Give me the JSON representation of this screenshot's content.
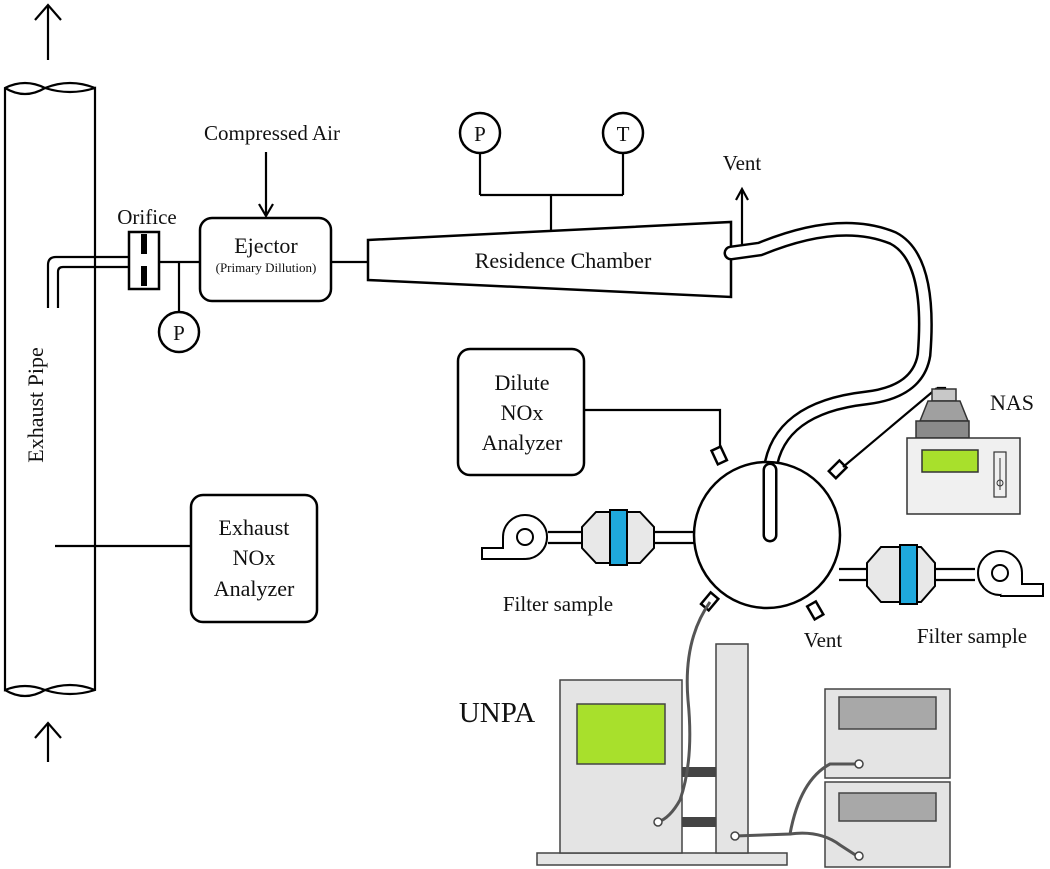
{
  "labels": {
    "exhaust_pipe": "Exhaust Pipe",
    "compressed_air": "Compressed Air",
    "orifice": "Orifice",
    "ejector": "Ejector",
    "ejector_sub": "(Primary Dillution)",
    "residence_chamber": "Residence Chamber",
    "vent_top": "Vent",
    "vent_bottom": "Vent",
    "dilute_nox_1": "Dilute",
    "dilute_nox_2": "NOx",
    "dilute_nox_3": "Analyzer",
    "exhaust_nox_1": "Exhaust",
    "exhaust_nox_2": "NOx",
    "exhaust_nox_3": "Analyzer",
    "nas": "NAS",
    "filter_sample_left": "Filter sample",
    "filter_sample_right": "Filter sample",
    "unpa": "UNPA",
    "gauge_p": "P",
    "gauge_t": "T"
  },
  "colors": {
    "filter_band": "#1fa8dc",
    "screen_green": "#a8e02c",
    "instrument_gray": "#e4e4e4",
    "nas_head_gray": "#a0a0a0"
  }
}
